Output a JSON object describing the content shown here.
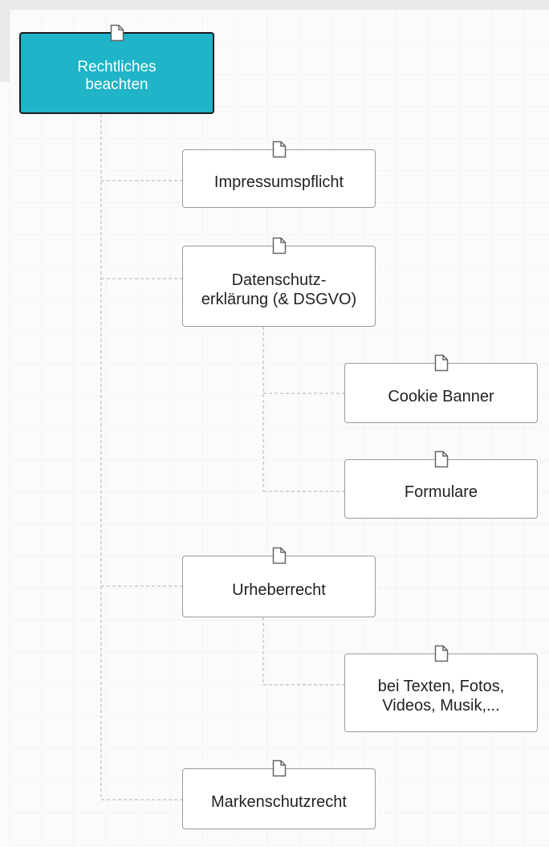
{
  "mindmap": {
    "root": {
      "label": "Rechtliches\nbeachten",
      "icon": "document-icon"
    },
    "nodes": [
      {
        "id": "impressumspflicht",
        "label": "Impressumspflicht",
        "icon": "document-icon"
      },
      {
        "id": "datenschutz",
        "label": "Datenschutz-\nerklärung (& DSGVO)",
        "icon": "document-icon"
      },
      {
        "id": "cookie-banner",
        "label": "Cookie Banner",
        "icon": "document-icon"
      },
      {
        "id": "formulare",
        "label": "Formulare",
        "icon": "document-icon"
      },
      {
        "id": "urheberrecht",
        "label": "Urheberrecht",
        "icon": "document-icon"
      },
      {
        "id": "bei-texten",
        "label": "bei Texten, Fotos,\nVideos, Musik,...",
        "icon": "document-icon"
      },
      {
        "id": "markenschutzrecht",
        "label": "Markenschutzrecht",
        "icon": "document-icon"
      }
    ]
  },
  "colors": {
    "root_fill": "#1fb4c8",
    "node_border": "#9a9a9a",
    "connector": "#c9c9c9"
  }
}
